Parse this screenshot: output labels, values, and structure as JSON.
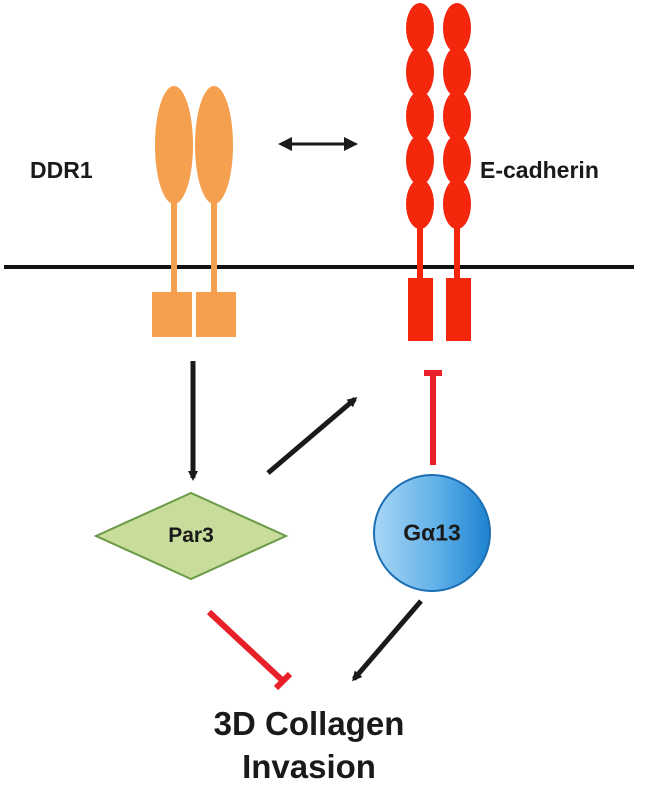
{
  "labels": {
    "ddr1": "DDR1",
    "ecadherin": "E-cadherin",
    "par3": "Par3",
    "galpha13": "Gα13",
    "outcome_line1": "3D Collagen",
    "outcome_line2": "Invasion"
  },
  "colors": {
    "ddr1": "#f5a04e",
    "ecadherin": "#f4260c",
    "par3_fill": "#c8dd9b",
    "par3_stroke": "#6b9a47",
    "galpha13_light": "#a9d6f5",
    "galpha13_dark": "#1d82d0",
    "activation_arrow": "#1a1a1a",
    "inhibition": "#e8202a",
    "membrane": "#111111"
  },
  "icons": {
    "activation": "arrow",
    "inhibition": "t-bar",
    "interaction": "double-headed-arrow"
  }
}
